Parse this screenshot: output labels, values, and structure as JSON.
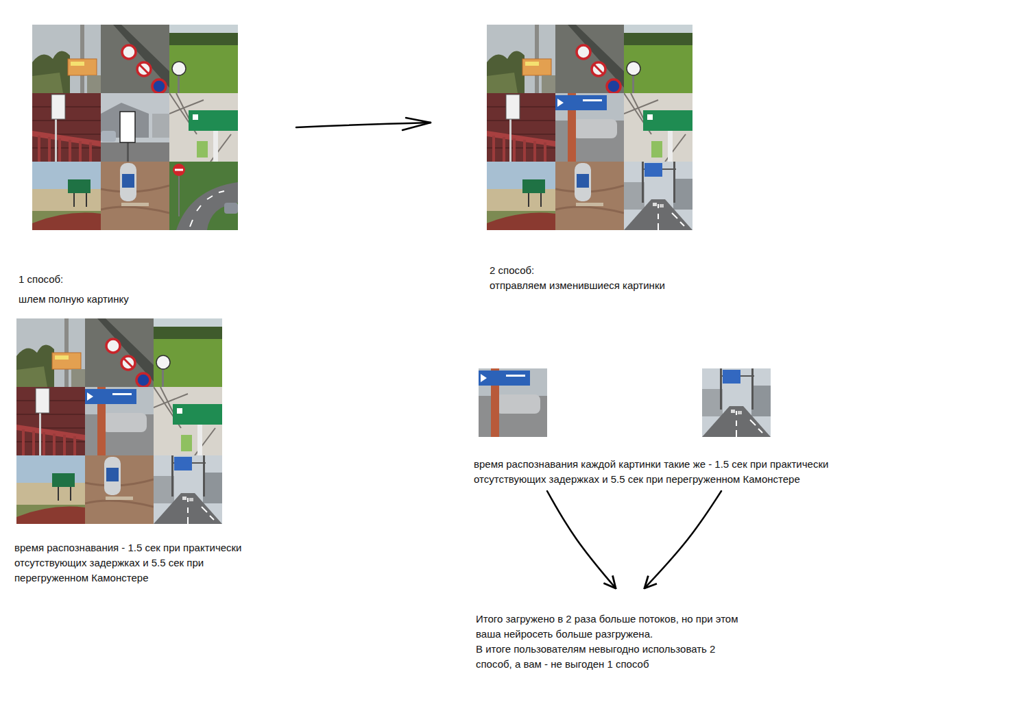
{
  "diagram": {
    "nodes": [
      {
        "text": [
          "время распознавания каждой картинки такие же - 1.5 сек при практически отсутствующих задержках и 5.5 сек при перегруженном Камонстере"
        ]
      },
      {
        "text": [
          "Итого загружено в 2 раза больше потоков, но при этом ваша нейросеть больше разгружена.",
          "В итоге пользователям невыгодно использовать 2 способ, а вам - не выгоден 1 способ"
        ]
      }
    ],
    "edges": [
      {
        "from": 0,
        "to": 1,
        "arrow": "to"
      },
      {
        "from": 0,
        "to": 1,
        "arrow": "to"
      }
    ],
    "labels": [
      "1 способ:",
      "шлем полную картинку",
      "время распознавания - 1.5 сек при практически отсутствующих задержках и 5.5 сек при перегруженном Камонстере",
      "2 способ:",
      "отправляем изменившиеся картинки"
    ]
  }
}
